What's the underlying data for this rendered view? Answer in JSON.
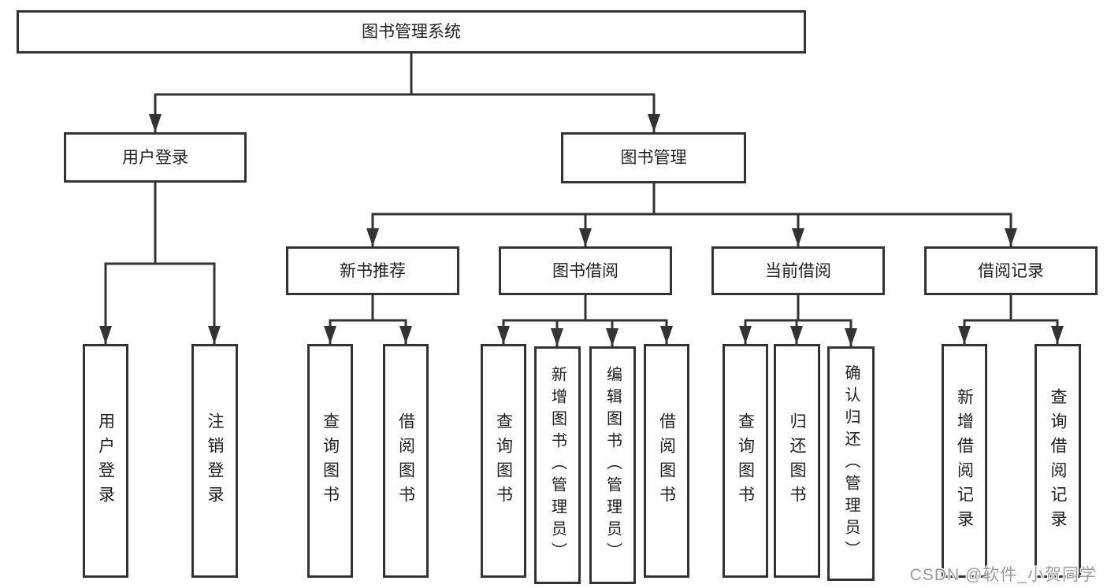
{
  "colors": {
    "line": "#333333",
    "box_fill": "#ffffff",
    "text": "#1f1f1f",
    "watermark_text": "#9c9c9c"
  },
  "watermark": "CSDN @软件_小贺同学",
  "hierarchy": {
    "label": "图书管理系统",
    "children": [
      {
        "label": "用户登录",
        "children": [
          {
            "label": "用户登录"
          },
          {
            "label": "注销登录"
          }
        ]
      },
      {
        "label": "图书管理",
        "children": [
          {
            "label": "新书推荐",
            "children": [
              {
                "label": "查询图书"
              },
              {
                "label": "借阅图书"
              }
            ]
          },
          {
            "label": "图书借阅",
            "children": [
              {
                "label": "查询图书"
              },
              {
                "label": "新增图书（管理员）"
              },
              {
                "label": "编辑图书（管理员）"
              },
              {
                "label": "借阅图书"
              }
            ]
          },
          {
            "label": "当前借阅",
            "children": [
              {
                "label": "查询图书"
              },
              {
                "label": "归还图书"
              },
              {
                "label": "确认归还（管理员）"
              }
            ]
          },
          {
            "label": "借阅记录",
            "children": [
              {
                "label": "新增借阅记录"
              },
              {
                "label": "查询借阅记录"
              }
            ]
          }
        ]
      }
    ]
  }
}
